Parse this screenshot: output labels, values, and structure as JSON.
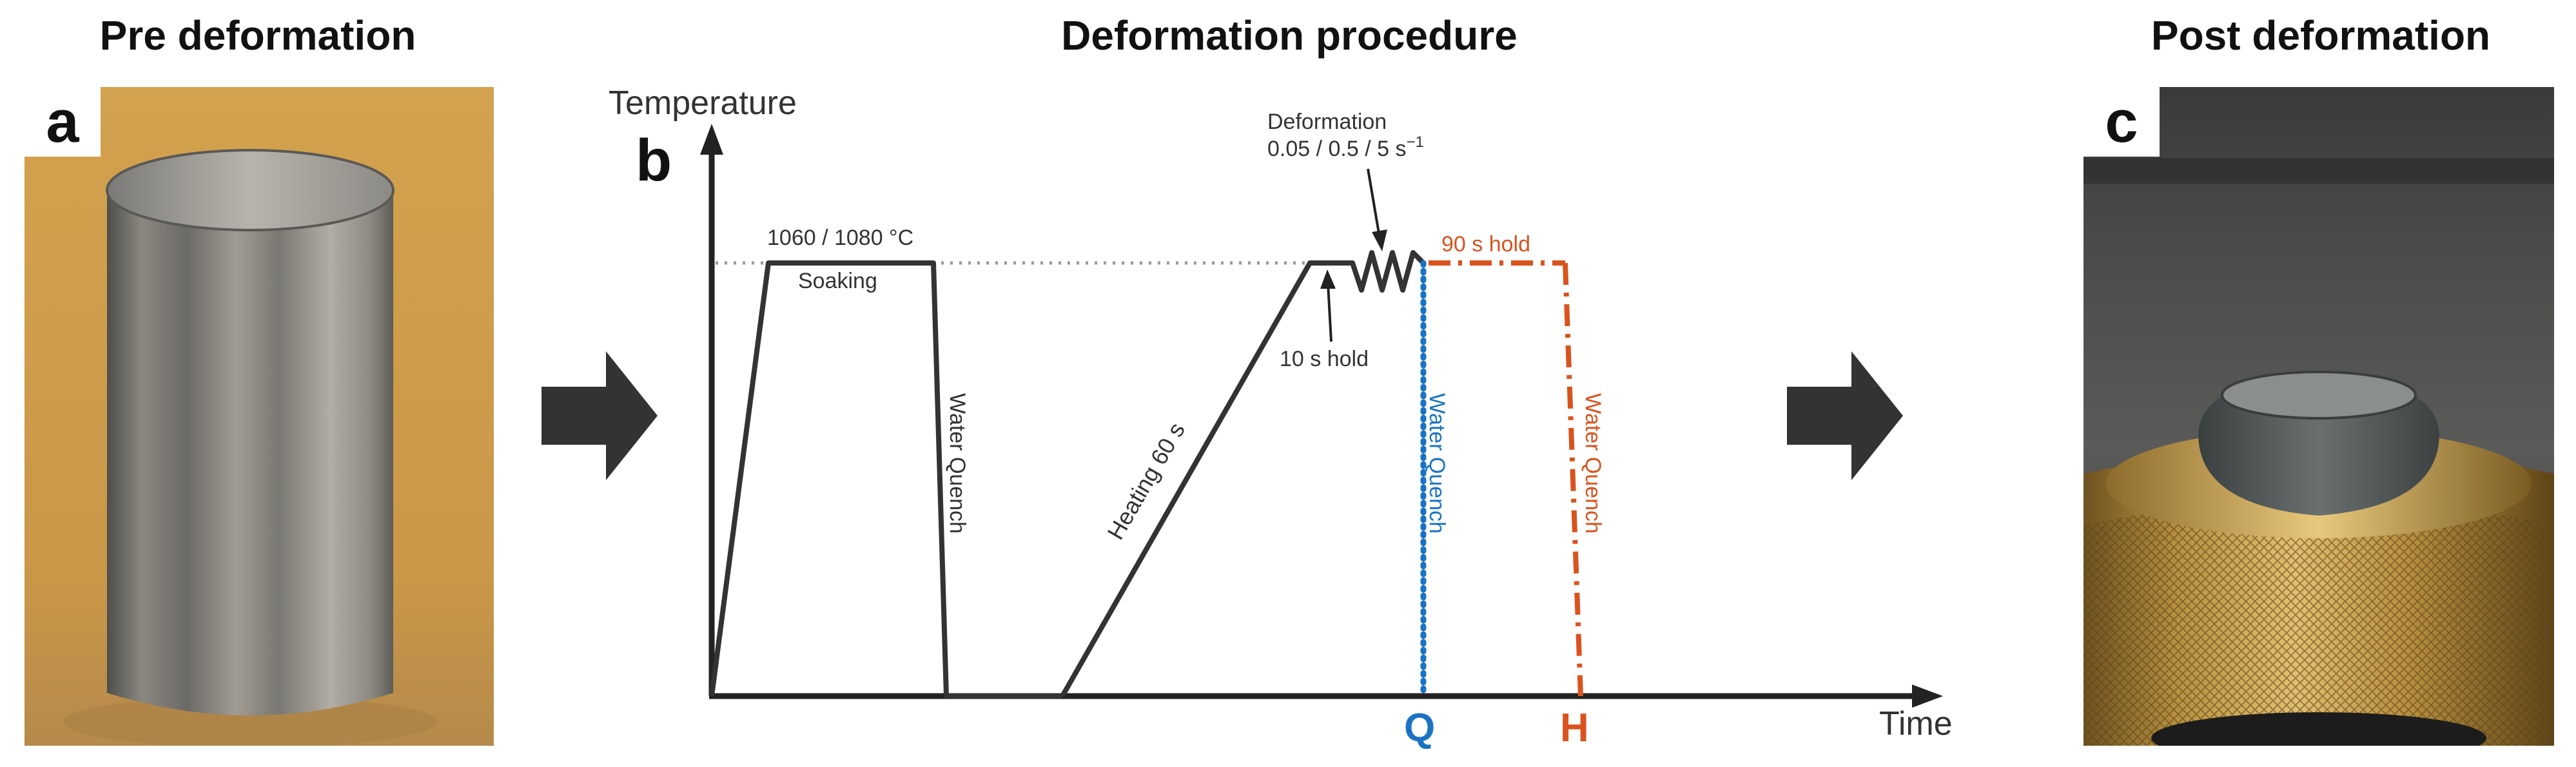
{
  "titles": {
    "pre": "Pre deformation",
    "procedure": "Deformation procedure",
    "post": "Post deformation"
  },
  "panels": {
    "a": "a",
    "b": "b",
    "c": "c"
  },
  "axes": {
    "y_label": "Temperature",
    "x_label": "Time"
  },
  "annotations": {
    "temperature": "1060 / 1080 °C",
    "soaking": "Soaking",
    "water_quench_1": "Water Quench",
    "heating": "Heating 60 s",
    "hold_10s": "10 s hold",
    "deformation_line1": "Deformation",
    "deformation_line2": "0.05 / 0.5 / 5 s",
    "deformation_exp": "−1",
    "hold_90s": "90 s hold",
    "water_quench_q": "Water Quench",
    "water_quench_h": "Water Quench",
    "marker_q": "Q",
    "marker_h": "H"
  },
  "colors": {
    "curve": "#333333",
    "q_blue": "#1a73c2",
    "h_orange": "#d9531e",
    "arrow": "#333333"
  }
}
